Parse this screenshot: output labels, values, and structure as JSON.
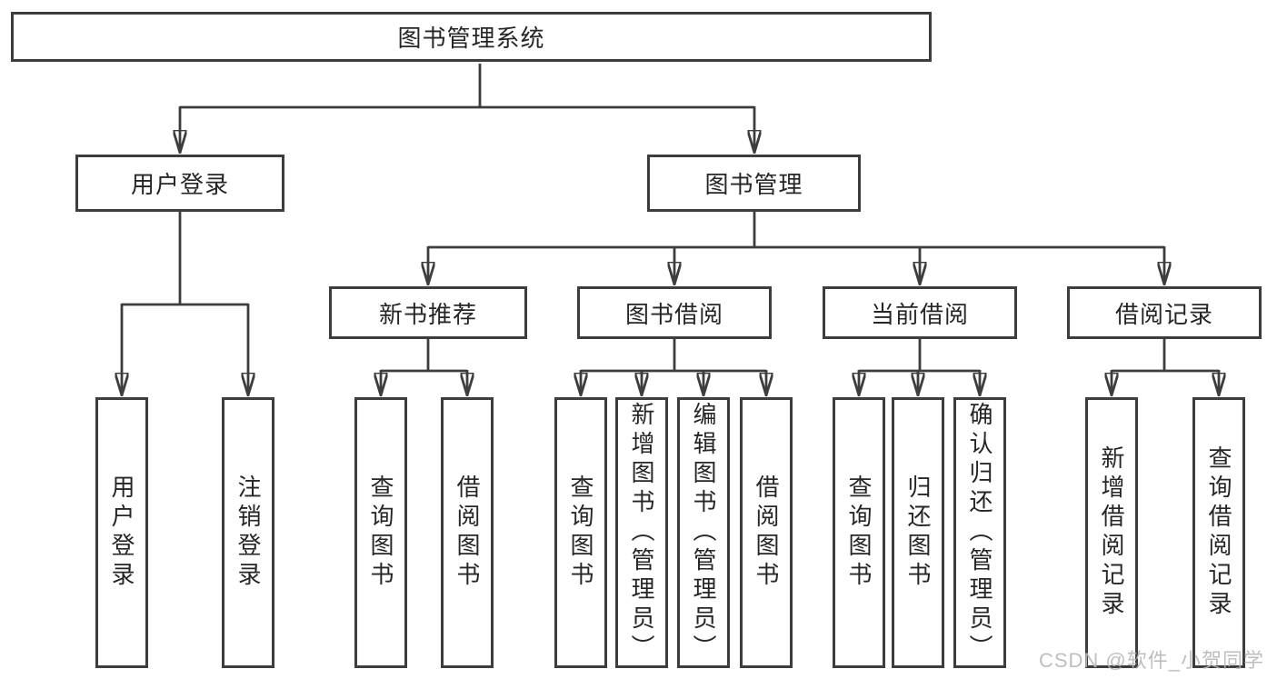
{
  "colors": {
    "line": "#3d3d3d",
    "box_border": "#3d3d3d",
    "box_background": "#ffffff",
    "text": "#262626",
    "watermark_text": "#b8b8b8",
    "page_background": "#ffffff"
  },
  "watermark": "CSDN @软件_小贺同学",
  "tree": {
    "root": {
      "label": "图书管理系统"
    },
    "branches": [
      {
        "label": "用户登录",
        "children": [
          {
            "label": "用户登录"
          },
          {
            "label": "注销登录"
          }
        ]
      },
      {
        "label": "图书管理",
        "groups": [
          {
            "label": "新书推荐",
            "children": [
              {
                "label": "查询图书"
              },
              {
                "label": "借阅图书"
              }
            ]
          },
          {
            "label": "图书借阅",
            "children": [
              {
                "label": "查询图书"
              },
              {
                "label": "新增图书（管理员）"
              },
              {
                "label": "编辑图书（管理员）"
              },
              {
                "label": "借阅图书"
              }
            ]
          },
          {
            "label": "当前借阅",
            "children": [
              {
                "label": "查询图书"
              },
              {
                "label": "归还图书"
              },
              {
                "label": "确认归还（管理员）"
              }
            ]
          },
          {
            "label": "借阅记录",
            "children": [
              {
                "label": "新增借阅记录"
              },
              {
                "label": "查询借阅记录"
              }
            ]
          }
        ]
      }
    ]
  }
}
